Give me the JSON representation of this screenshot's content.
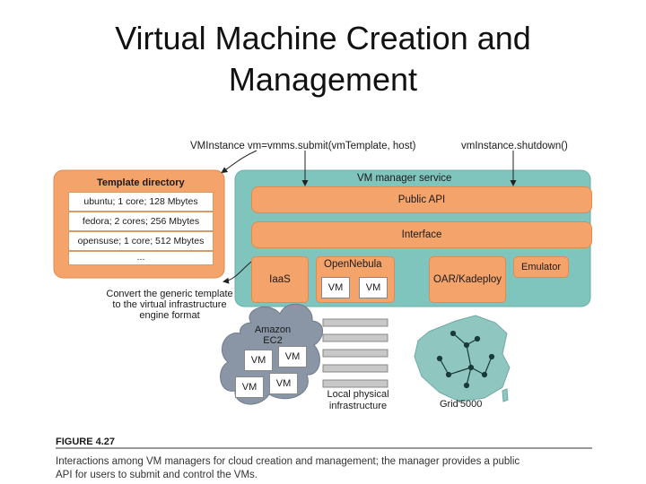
{
  "title": {
    "line1": "Virtual Machine Creation and",
    "line2": "Management"
  },
  "code": {
    "submit": "VMInstance vm=vmms.submit(vmTemplate, host)",
    "shutdown": "vmInstance.shutdown()"
  },
  "template_directory": {
    "heading": "Template directory",
    "rows": [
      "ubuntu; 1 core; 128 Mbytes",
      "fedora; 2 cores; 256 Mbytes",
      "opensuse; 1 core; 512 Mbytes",
      "..."
    ]
  },
  "convert_note": {
    "line1": "Convert the generic template",
    "line2": "to the virtual infrastructure",
    "line3": "engine format"
  },
  "manager": {
    "heading": "VM manager service",
    "public_api": "Public API",
    "interface": "Interface",
    "iaas": "IaaS",
    "opennebula": "OpenNebula",
    "vm_label": "VM",
    "oar": "OAR/Kadeploy",
    "emulator": "Emulator"
  },
  "amazon": {
    "line1": "Amazon",
    "line2": "EC2"
  },
  "local_infra": {
    "line1": "Local physical",
    "line2": "infrastructure"
  },
  "grid": "Grid'5000",
  "figure": {
    "label": "FIGURE 4.27",
    "caption_line1": "Interactions among VM managers for cloud creation and management; the manager provides a public",
    "caption_line2": "API for users to submit and control the VMs."
  },
  "colors": {
    "teal": "#7fc4bd",
    "orange": "#f4a36b",
    "cloud": "#8a96a6",
    "map": "#8fc7c0"
  }
}
